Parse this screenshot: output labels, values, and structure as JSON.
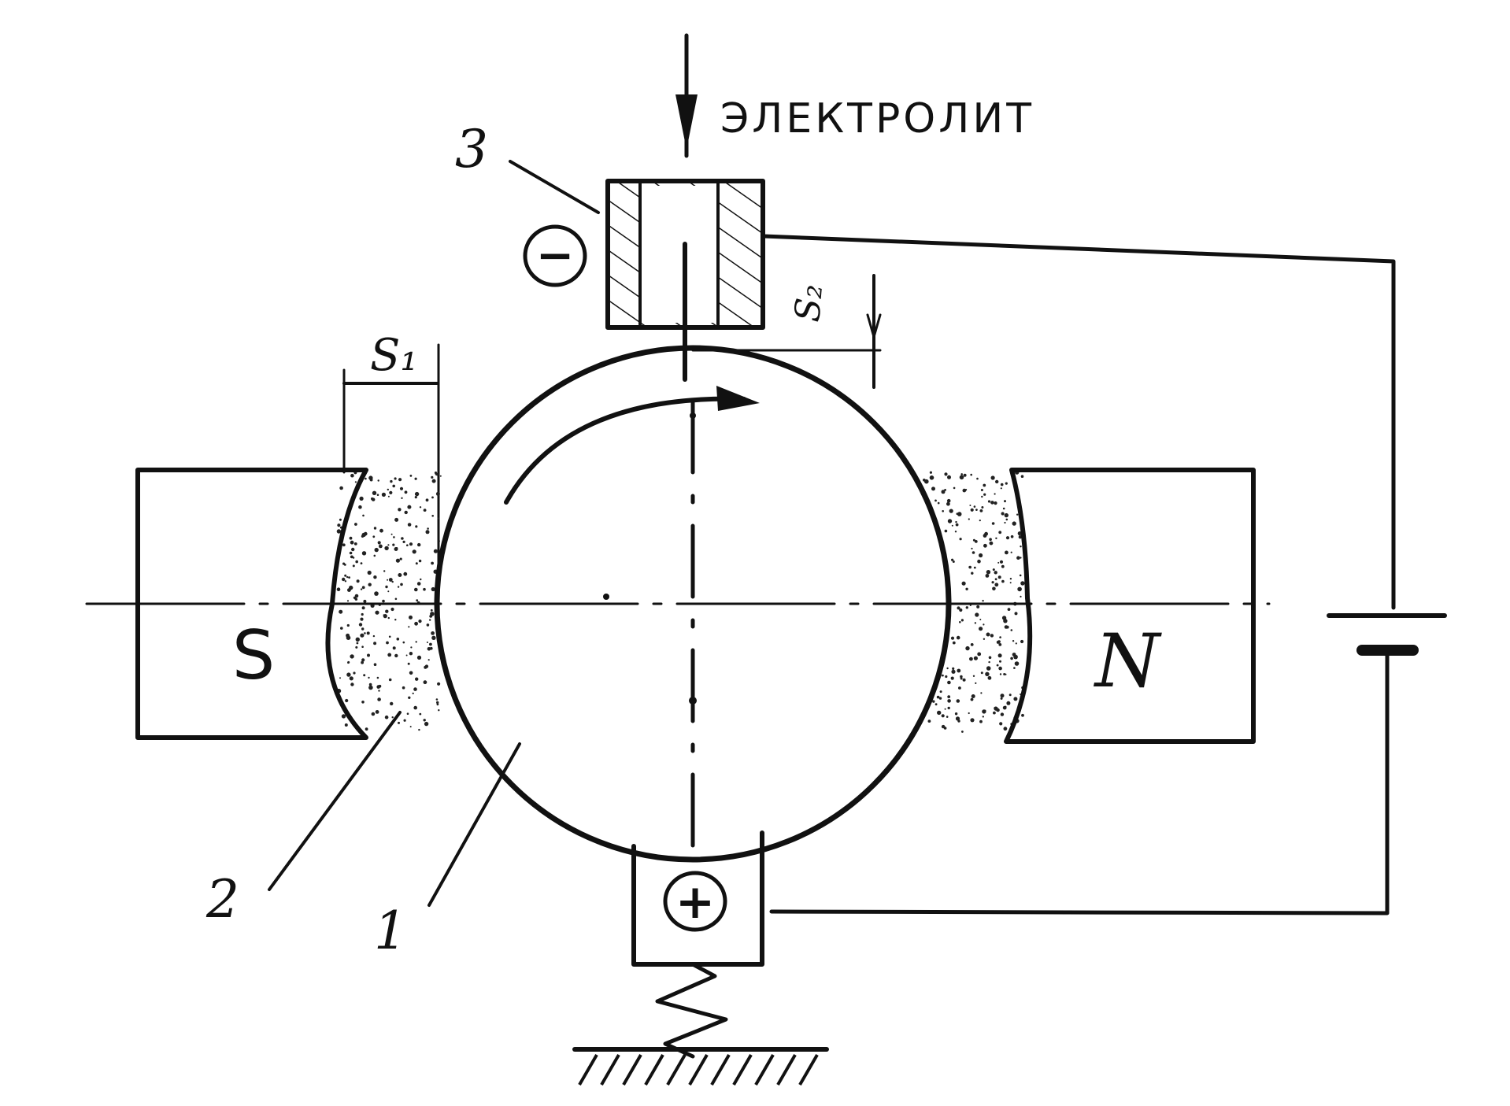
{
  "diagram": {
    "electrolyte_label": "ЭЛЕКТРОЛИТ",
    "pole_south": "S",
    "pole_north": "N",
    "gap_s1": "S₁",
    "gap_s2": "S₂",
    "callout_1": "1",
    "callout_2": "2",
    "callout_3": "3",
    "cathode_sign": "−",
    "anode_sign": "+"
  },
  "colors": {
    "ink": "#111111",
    "background": "#ffffff"
  }
}
